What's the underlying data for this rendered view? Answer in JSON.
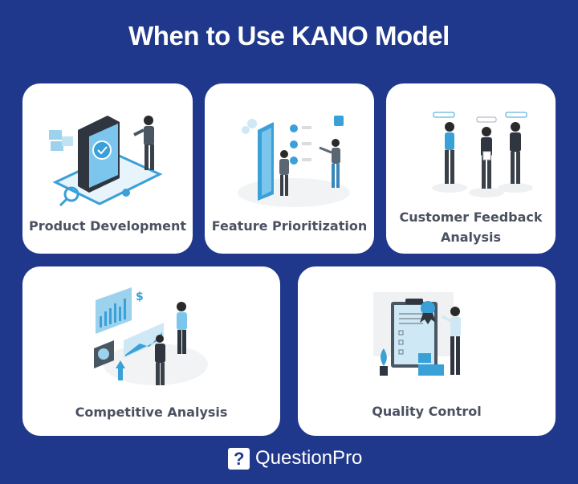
{
  "title": "When to Use KANO Model",
  "colors": {
    "background": "#1f388b",
    "card": "#ffffff",
    "label_text": "#4a5160",
    "accent_blue": "#3aa0d8",
    "dark_figure": "#3a4048"
  },
  "cards": [
    {
      "label": "Product Development",
      "icon": "product-box-illustration"
    },
    {
      "label": "Feature Prioritization",
      "icon": "feature-screen-illustration"
    },
    {
      "label_line1": "Customer Feedback",
      "label_line2": "Analysis",
      "icon": "feedback-people-illustration"
    },
    {
      "label": "Competitive Analysis",
      "icon": "analytics-chart-illustration"
    },
    {
      "label": "Quality Control",
      "icon": "clipboard-badge-illustration"
    }
  ],
  "footer": {
    "brand": "QuestionPro",
    "logo_glyph": "?"
  }
}
